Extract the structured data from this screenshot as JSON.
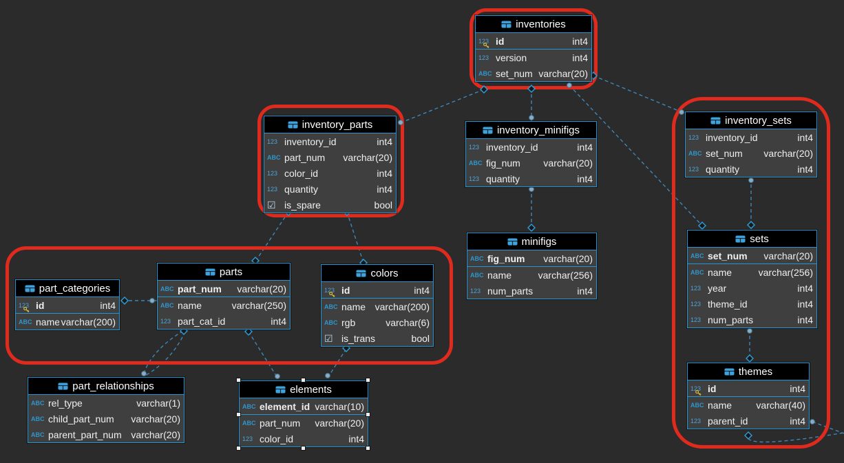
{
  "diagram": {
    "kind": "entity-relationship-diagram",
    "icon_labels": {
      "number": "123",
      "text": "ABC",
      "bool": "☑"
    },
    "selected_table": "elements",
    "annotations": {
      "highlight_color": "#df2a1e",
      "highlighted_groups": [
        [
          "inventories"
        ],
        [
          "inventory_parts"
        ],
        [
          "part_categories",
          "parts",
          "colors"
        ],
        [
          "inventory_sets",
          "sets",
          "themes"
        ]
      ]
    },
    "colors": {
      "accent": "#2397d3",
      "canvas_bg": "#2b2b2b",
      "table_header_bg": "#000000",
      "table_body_bg": "#3f3f3f",
      "relationship_line": "#3f87b8",
      "key_icon": "#e8c235"
    },
    "tables": [
      {
        "id": "inventories",
        "title": "inventories",
        "columns": [
          {
            "icon": "number",
            "key": true,
            "pk": true,
            "name": "id",
            "type": "int4"
          },
          {
            "icon": "number",
            "name": "version",
            "type": "int4"
          },
          {
            "icon": "text",
            "name": "set_num",
            "type": "varchar(20)"
          }
        ]
      },
      {
        "id": "inventory_parts",
        "title": "inventory_parts",
        "columns": [
          {
            "icon": "number",
            "name": "inventory_id",
            "type": "int4"
          },
          {
            "icon": "text",
            "name": "part_num",
            "type": "varchar(20)"
          },
          {
            "icon": "number",
            "name": "color_id",
            "type": "int4"
          },
          {
            "icon": "number",
            "name": "quantity",
            "type": "int4"
          },
          {
            "icon": "bool",
            "name": "is_spare",
            "type": "bool"
          }
        ]
      },
      {
        "id": "inventory_minifigs",
        "title": "inventory_minifigs",
        "columns": [
          {
            "icon": "number",
            "name": "inventory_id",
            "type": "int4"
          },
          {
            "icon": "text",
            "name": "fig_num",
            "type": "varchar(20)"
          },
          {
            "icon": "number",
            "name": "quantity",
            "type": "int4"
          }
        ]
      },
      {
        "id": "inventory_sets",
        "title": "inventory_sets",
        "columns": [
          {
            "icon": "number",
            "name": "inventory_id",
            "type": "int4"
          },
          {
            "icon": "text",
            "name": "set_num",
            "type": "varchar(20)"
          },
          {
            "icon": "number",
            "name": "quantity",
            "type": "int4"
          }
        ]
      },
      {
        "id": "minifigs",
        "title": "minifigs",
        "columns": [
          {
            "icon": "text",
            "pk": true,
            "name": "fig_num",
            "type": "varchar(20)"
          },
          {
            "icon": "text",
            "name": "name",
            "type": "varchar(256)"
          },
          {
            "icon": "number",
            "name": "num_parts",
            "type": "int4"
          }
        ]
      },
      {
        "id": "sets",
        "title": "sets",
        "columns": [
          {
            "icon": "text",
            "pk": true,
            "name": "set_num",
            "type": "varchar(20)"
          },
          {
            "icon": "text",
            "name": "name",
            "type": "varchar(256)"
          },
          {
            "icon": "number",
            "name": "year",
            "type": "int4"
          },
          {
            "icon": "number",
            "name": "theme_id",
            "type": "int4"
          },
          {
            "icon": "number",
            "name": "num_parts",
            "type": "int4"
          }
        ]
      },
      {
        "id": "themes",
        "title": "themes",
        "columns": [
          {
            "icon": "number",
            "key": true,
            "pk": true,
            "name": "id",
            "type": "int4"
          },
          {
            "icon": "text",
            "name": "name",
            "type": "varchar(40)"
          },
          {
            "icon": "number",
            "name": "parent_id",
            "type": "int4"
          }
        ]
      },
      {
        "id": "part_categories",
        "title": "part_categories",
        "columns": [
          {
            "icon": "number",
            "key": true,
            "pk": true,
            "name": "id",
            "type": "int4"
          },
          {
            "icon": "text",
            "name": "name",
            "type": "varchar(200)"
          }
        ]
      },
      {
        "id": "parts",
        "title": "parts",
        "columns": [
          {
            "icon": "text",
            "pk": true,
            "name": "part_num",
            "type": "varchar(20)"
          },
          {
            "icon": "text",
            "name": "name",
            "type": "varchar(250)"
          },
          {
            "icon": "number",
            "name": "part_cat_id",
            "type": "int4"
          }
        ]
      },
      {
        "id": "colors",
        "title": "colors",
        "columns": [
          {
            "icon": "number",
            "key": true,
            "pk": true,
            "name": "id",
            "type": "int4"
          },
          {
            "icon": "text",
            "name": "name",
            "type": "varchar(200)"
          },
          {
            "icon": "text",
            "name": "rgb",
            "type": "varchar(6)"
          },
          {
            "icon": "bool",
            "name": "is_trans",
            "type": "bool"
          }
        ]
      },
      {
        "id": "part_relationships",
        "title": "part_relationships",
        "columns": [
          {
            "icon": "text",
            "name": "rel_type",
            "type": "varchar(1)"
          },
          {
            "icon": "text",
            "name": "child_part_num",
            "type": "varchar(20)"
          },
          {
            "icon": "text",
            "name": "parent_part_num",
            "type": "varchar(20)"
          }
        ]
      },
      {
        "id": "elements",
        "title": "elements",
        "columns": [
          {
            "icon": "text",
            "pk": true,
            "name": "element_id",
            "type": "varchar(10)"
          },
          {
            "icon": "text",
            "name": "part_num",
            "type": "varchar(20)"
          },
          {
            "icon": "number",
            "name": "color_id",
            "type": "int4"
          }
        ]
      }
    ]
  }
}
